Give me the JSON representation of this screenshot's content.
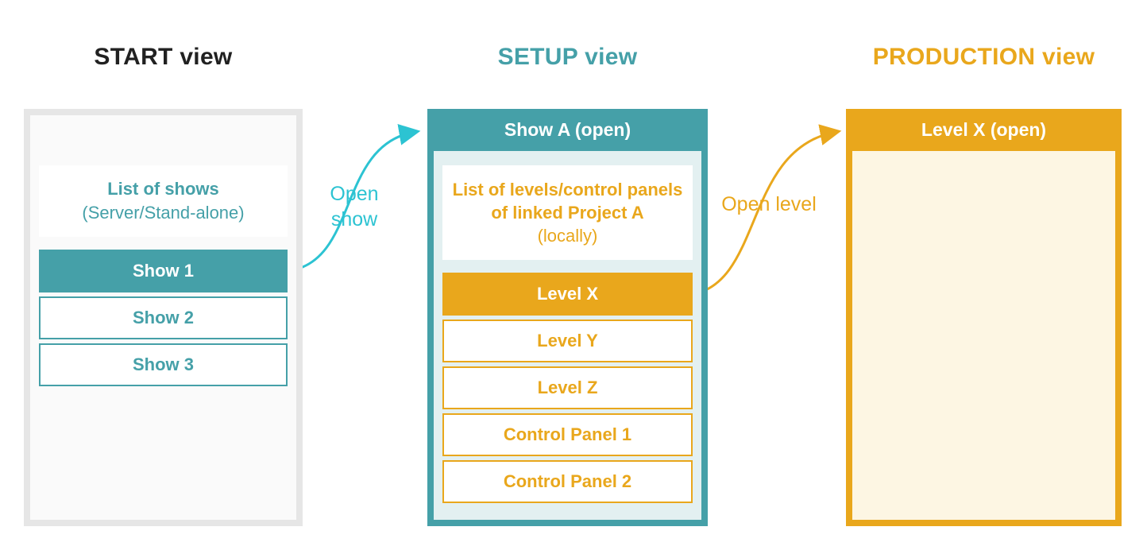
{
  "titles": {
    "start": "START view",
    "setup": "SETUP view",
    "production": "PRODUCTION view"
  },
  "start_panel": {
    "info_line1": "List of shows",
    "info_line2": "(Server/Stand-alone)",
    "items": [
      {
        "label": "Show 1",
        "state": "selected"
      },
      {
        "label": "Show 2",
        "state": "normal"
      },
      {
        "label": "Show 3",
        "state": "normal"
      }
    ]
  },
  "setup_panel": {
    "header": "Show A (open)",
    "info_line1": "List of levels/control panels",
    "info_line2": "of linked Project A",
    "info_line3": "(locally)",
    "items": [
      {
        "label": "Level X",
        "state": "selected"
      },
      {
        "label": "Level Y",
        "state": "normal"
      },
      {
        "label": "Level Z",
        "state": "normal"
      },
      {
        "label": "Control Panel 1",
        "state": "normal"
      },
      {
        "label": "Control Panel 2",
        "state": "normal"
      }
    ]
  },
  "production_panel": {
    "header": "Level X (open)"
  },
  "arrows": {
    "open_show": {
      "label": "Open show",
      "color": "#2cc3d2"
    },
    "open_level": {
      "label": "Open level",
      "color": "#e9a71c"
    }
  },
  "colors": {
    "teal": "#45a0a8",
    "cyan_arrow": "#2cc3d2",
    "orange": "#e9a71c",
    "cream_interior": "#fdf6e3",
    "light_blue_interior": "#e3f0f1",
    "gray_border": "#e6e6e6",
    "start_interior": "#fafafa",
    "title_dark": "#212121"
  }
}
